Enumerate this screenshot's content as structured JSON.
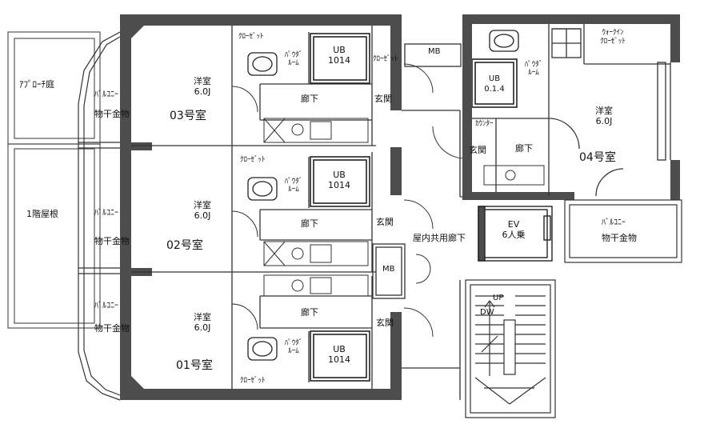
{
  "labels": {
    "approach_garden": "ｱﾌﾟﾛｰﾁ庭",
    "first_floor_roof": "1階屋根",
    "balcony": "ﾊﾞﾙｺﾆｰ",
    "drying_hardware": "物干金物",
    "closet": "ｸﾛｰｾﾞｯﾄ",
    "powder_room_a": "ﾊﾟｳﾀﾞ",
    "powder_room_b": "ﾙｰﾑ",
    "ub": "UB",
    "ub_size": "1014",
    "ub_size_04": "0.1.4",
    "corridor": "廊下",
    "entrance": "玄関",
    "western_room": "洋室",
    "size_60": "6.0J",
    "mb": "MB",
    "walk_in_a": "ｳｫｰｸｲﾝ",
    "walk_in_b": "ｸﾛｰｾﾞｯﾄ",
    "counter": "ｶｳﾝﾀｰ",
    "common_corridor": "屋内共用廊下",
    "ev": "EV",
    "ev_capacity": "6人乗",
    "up": "UP",
    "down": "DW"
  },
  "units": {
    "u03": "03号室",
    "u02": "02号室",
    "u01": "01号室",
    "u04": "04号室"
  }
}
